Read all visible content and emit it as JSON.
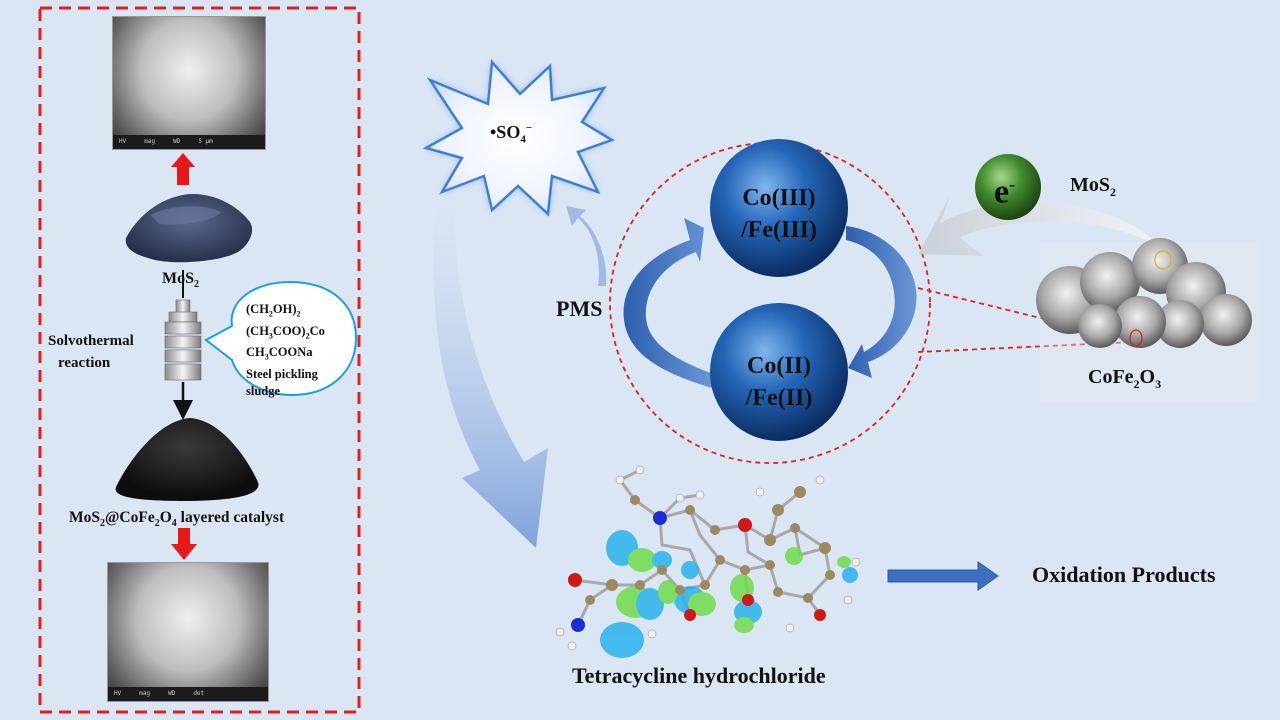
{
  "left_panel": {
    "sem_top_scale": [
      "5 µm"
    ],
    "mos2_label": "MoS",
    "mos2_sub": "2",
    "solvothermal_label_1": "Solvothermal",
    "solvothermal_label_2": "reaction",
    "reagents": [
      {
        "pre": "(CH",
        "sub1": "2",
        "mid": "OH)",
        "sub2": "2",
        "post": ""
      },
      {
        "pre": "(CH",
        "sub1": "3",
        "mid": "COO)",
        "sub2": "2",
        "post": "Co"
      },
      {
        "pre": "CH",
        "sub1": "3",
        "mid": "COONa",
        "sub2": "",
        "post": ""
      },
      {
        "pre": "Steel pickling",
        "sub1": "",
        "mid": "",
        "sub2": "",
        "post": ""
      },
      {
        "pre": "sludge",
        "sub1": "",
        "mid": "",
        "sub2": "",
        "post": ""
      }
    ],
    "catalyst_label": {
      "a": "MoS",
      "a_sub": "2",
      "b": "@CoFe",
      "b_sub": "2",
      "c": "O",
      "c_sub": "4",
      "d": " layered catalyst"
    }
  },
  "right_panel": {
    "radical": {
      "dot": "•SO",
      "sub": "4",
      "sup": "−"
    },
    "pms_label": "PMS",
    "sphere_top": [
      "Co(III)",
      "/Fe(III)"
    ],
    "sphere_bottom": [
      "Co(II)",
      "/Fe(II)"
    ],
    "electron": {
      "e": "e",
      "sup": "-"
    },
    "mos2_label": {
      "t": "MoS",
      "sub": "2"
    },
    "cofe_label": {
      "a": "CoFe",
      "a_sub": "2",
      "b": "O",
      "b_sub": "3"
    },
    "molecule_label": "Tetracycline hydrochloride",
    "products_label": "Oxidation Products"
  },
  "colors": {
    "background": "#dbe6f4",
    "dashed_red": "#e02020",
    "sphere_blue": "#1e5aa8",
    "arrow_blue": "#3c6fc0",
    "electron_green": "#3a7a2a",
    "red_arrow": "#e81818",
    "bubble_border": "#1aa0e0"
  }
}
